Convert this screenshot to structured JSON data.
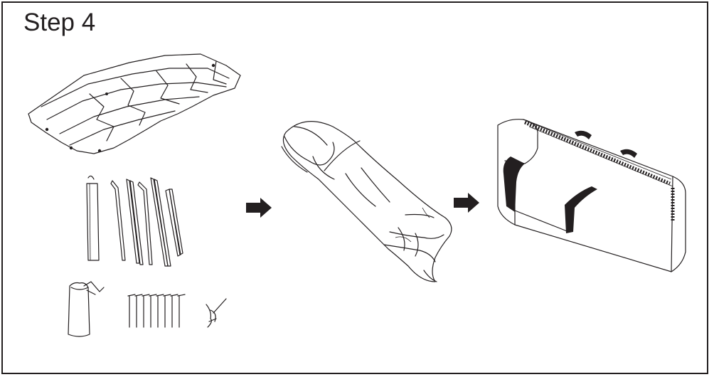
{
  "step": {
    "title": "Step 4"
  },
  "arrows": [
    {
      "name": "arrow-parts-to-rolled",
      "direction": "right"
    },
    {
      "name": "arrow-rolled-to-bag",
      "direction": "right"
    }
  ],
  "colors": {
    "ink": "#231f20",
    "background": "#ffffff"
  }
}
